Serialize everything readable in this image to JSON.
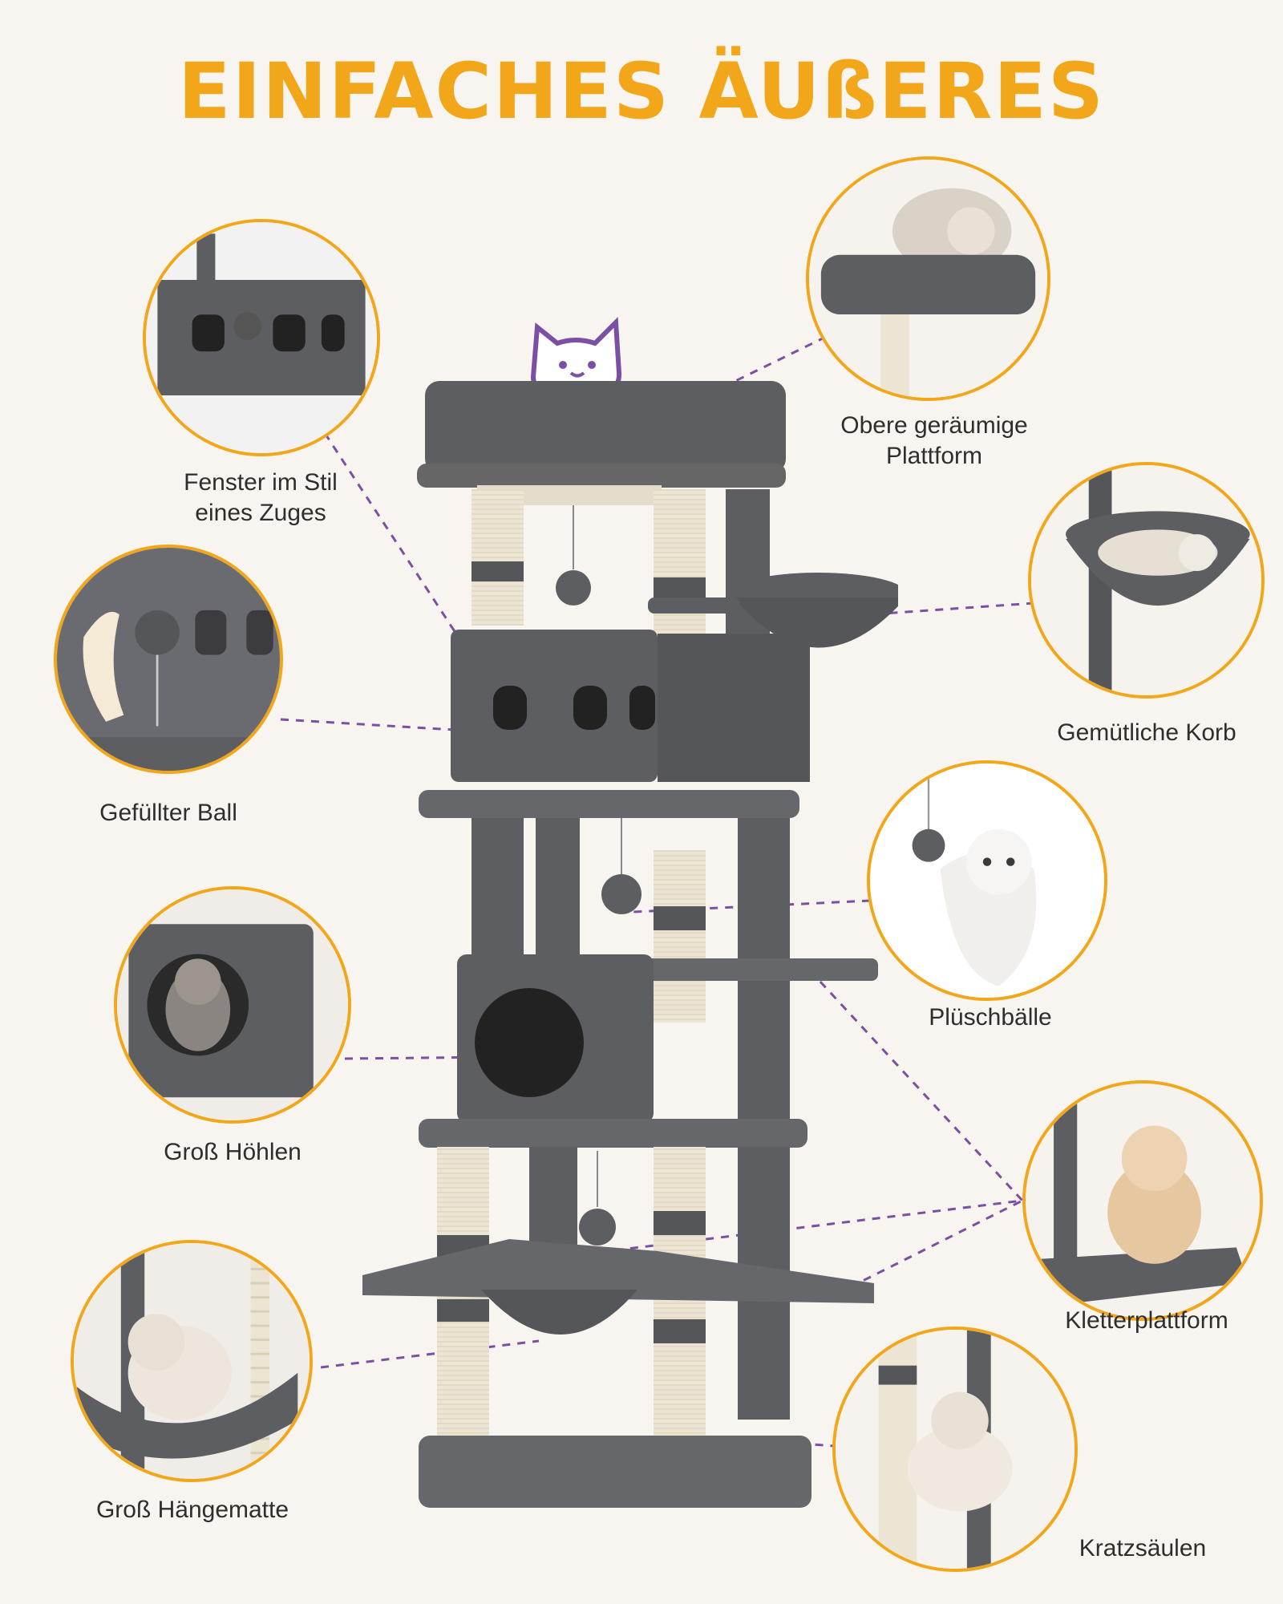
{
  "title": "EINFACHES ÄUßERES",
  "colors": {
    "accent": "#f2a71b",
    "line": "#7b4fa3",
    "plush": "#5d5e62",
    "sisal": "#ede5d3",
    "background": "#f8f5f0"
  },
  "callouts": [
    {
      "id": "train-window",
      "label": "Fenster im Stil\neines Zuges",
      "icon": "train-window-photo"
    },
    {
      "id": "top-platform",
      "label": "Obere geräumige Plattform",
      "icon": "top-platform-photo"
    },
    {
      "id": "filled-ball",
      "label": "Gefüllter Ball",
      "icon": "filled-ball-photo"
    },
    {
      "id": "basket",
      "label": "Gemütliche Korb",
      "icon": "basket-photo"
    },
    {
      "id": "plush-balls",
      "label": "Plüschbälle",
      "icon": "plush-ball-photo"
    },
    {
      "id": "cave",
      "label": "Groß Höhlen",
      "icon": "cave-photo"
    },
    {
      "id": "climbing-platform",
      "label": "Kletterplattform",
      "icon": "climbing-platform-photo"
    },
    {
      "id": "hammock",
      "label": "Groß Hängematte",
      "icon": "hammock-photo"
    },
    {
      "id": "scratching-posts",
      "label": "Kratzsäulen",
      "icon": "scratching-post-photo"
    }
  ]
}
